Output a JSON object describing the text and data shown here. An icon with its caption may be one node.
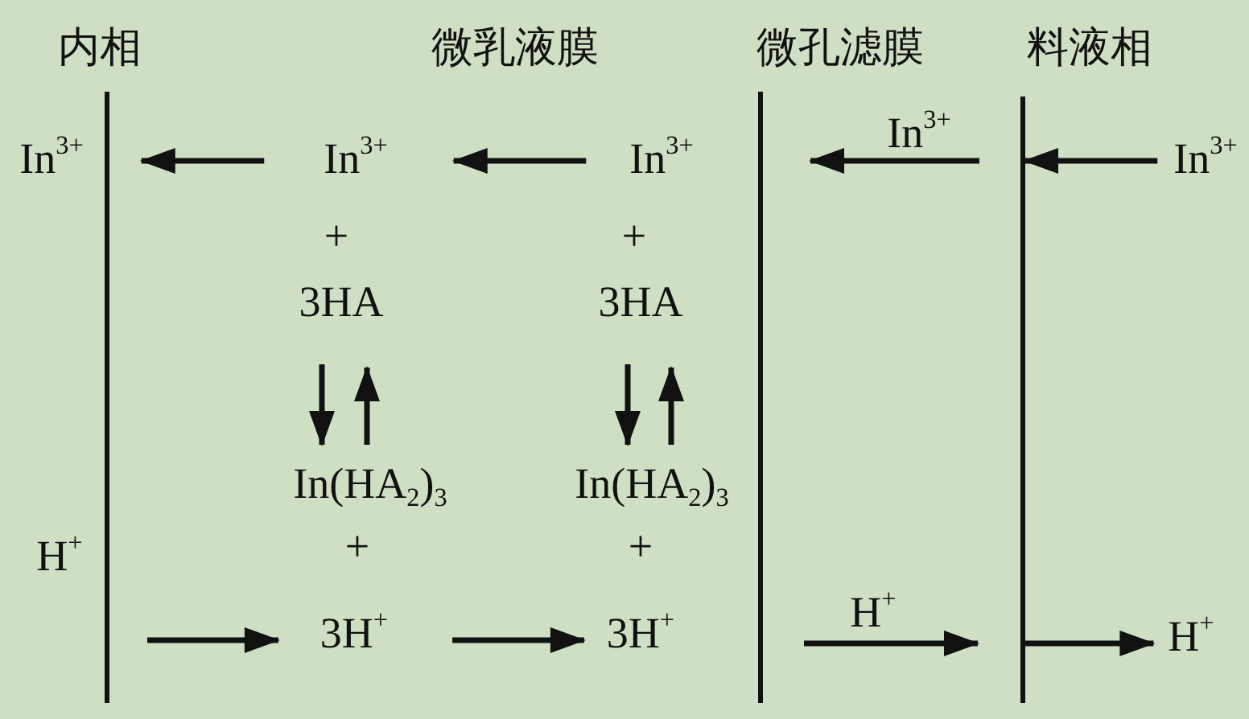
{
  "diagram": {
    "nodes": [
      {
        "text": [
          "In$^{3+}$"
        ]
      },
      {
        "text": [
          "In$^{3+}$"
        ]
      },
      {
        "text": [
          "In$^{3+}$"
        ]
      },
      {
        "text": [
          "In$^{3+}$"
        ]
      },
      {
        "text": [
          "3HA"
        ]
      },
      {
        "text": [
          "3HA"
        ]
      },
      {
        "text": [
          "In(HA$_{2}$)$_{3}$"
        ]
      },
      {
        "text": [
          "In(HA$_{2}$)$_{3}$"
        ]
      },
      {
        "text": [
          "H$^{+}$"
        ]
      },
      {
        "text": [
          "3H$^{+}$"
        ]
      },
      {
        "text": [
          "3H$^{+}$"
        ]
      },
      {
        "text": [
          "H$^{+}$"
        ]
      },
      {
        "text": [],
        "shape": "bar"
      },
      {
        "text": [],
        "shape": "bar"
      },
      {
        "text": [],
        "shape": "bar"
      }
    ],
    "edges": [
      {
        "from": 1,
        "to": 0,
        "arrow": "to"
      },
      {
        "from": 2,
        "to": 1,
        "arrow": "to"
      },
      {
        "from": 14,
        "to": 13,
        "arrow": "to",
        "label": "In$^{3+}$"
      },
      {
        "from": 3,
        "to": 14,
        "arrow": "to"
      },
      {
        "from": 4,
        "to": 6,
        "arrow": "to"
      },
      {
        "from": 6,
        "to": 4,
        "arrow": "to"
      },
      {
        "from": 5,
        "to": 7,
        "arrow": "to"
      },
      {
        "from": 7,
        "to": 5,
        "arrow": "to"
      },
      {
        "from": 12,
        "to": 9,
        "arrow": "to"
      },
      {
        "from": 9,
        "to": 10,
        "arrow": "to"
      },
      {
        "from": 13,
        "to": 14,
        "arrow": "to",
        "label": "H$^{+}$"
      },
      {
        "from": 14,
        "to": 11,
        "arrow": "to"
      }
    ],
    "labels": [
      "内相",
      "微乳液膜",
      "微孔滤膜",
      "料液相",
      "+",
      "+",
      "+",
      "+"
    ]
  }
}
